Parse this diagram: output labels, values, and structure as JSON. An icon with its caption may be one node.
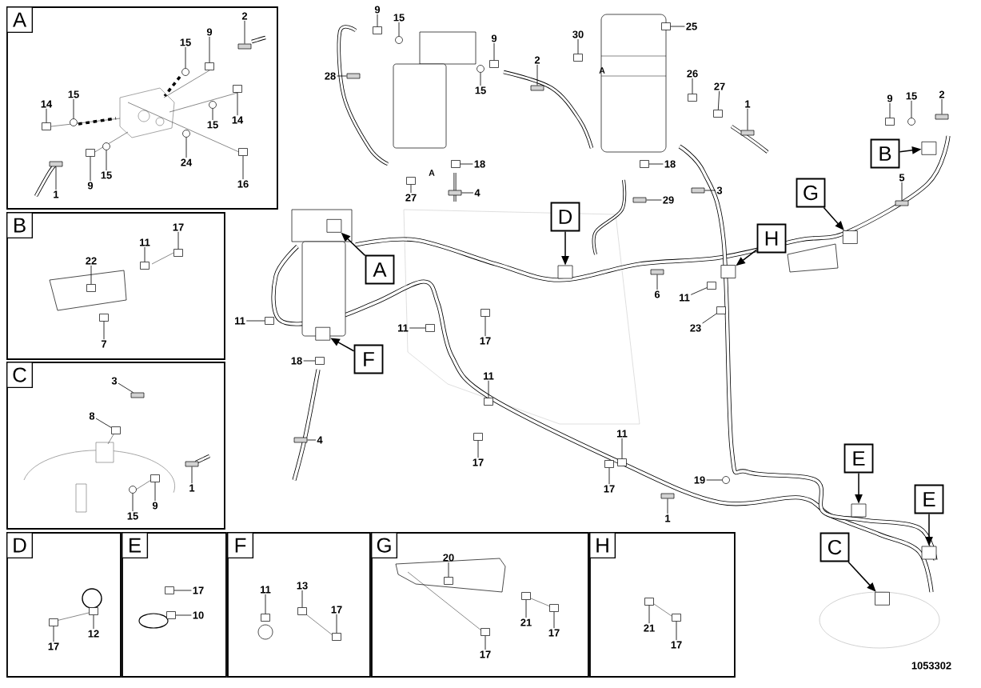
{
  "diagram": {
    "nodes": [
      {
        "text": [],
        "shape": "box"
      },
      {
        "text": [
          "A"
        ],
        "in": 0
      },
      {
        "text": [
          "2"
        ],
        "in": 0
      },
      {
        "text": [],
        "shape": "bar",
        "in": 0
      },
      {
        "text": [
          "9"
        ],
        "in": 0
      },
      {
        "text": [],
        "shape": "box",
        "in": 0
      },
      {
        "text": [
          "15"
        ],
        "in": 0
      },
      {
        "text": [],
        "shape": "circle",
        "in": 0
      },
      {
        "text": [
          "14"
        ],
        "in": 0
      },
      {
        "text": [],
        "shape": "box",
        "in": 0
      },
      {
        "text": [
          "15"
        ],
        "in": 0
      },
      {
        "text": [],
        "shape": "circle",
        "in": 0
      },
      {
        "text": [
          "15"
        ],
        "in": 0
      },
      {
        "text": [],
        "shape": "circle",
        "in": 0
      },
      {
        "text": [
          "14"
        ],
        "in": 0
      },
      {
        "text": [],
        "shape": "box",
        "in": 0
      },
      {
        "text": [
          "9"
        ],
        "in": 0
      },
      {
        "text": [],
        "shape": "box",
        "in": 0
      },
      {
        "text": [
          "15"
        ],
        "in": 0
      },
      {
        "text": [],
        "shape": "circle",
        "in": 0
      },
      {
        "text": [
          "1"
        ],
        "in": 0
      },
      {
        "text": [],
        "shape": "bar",
        "in": 0
      },
      {
        "text": [
          "24"
        ],
        "in": 0
      },
      {
        "text": [],
        "shape": "circle",
        "in": 0
      },
      {
        "text": [
          "16"
        ],
        "in": 0
      },
      {
        "text": [],
        "shape": "box",
        "in": 0
      },
      {
        "text": [],
        "shape": "box"
      },
      {
        "text": [
          "B"
        ],
        "in": 26
      },
      {
        "text": [
          "22"
        ],
        "in": 26
      },
      {
        "text": [],
        "shape": "box",
        "in": 26
      },
      {
        "text": [
          "11"
        ],
        "in": 26
      },
      {
        "text": [],
        "shape": "box",
        "in": 26
      },
      {
        "text": [
          "17"
        ],
        "in": 26
      },
      {
        "text": [],
        "shape": "box",
        "in": 26
      },
      {
        "text": [
          "7"
        ],
        "in": 26
      },
      {
        "text": [],
        "shape": "box",
        "in": 26
      },
      {
        "text": [],
        "shape": "box"
      },
      {
        "text": [
          "C"
        ],
        "in": 36
      },
      {
        "text": [
          "3"
        ],
        "in": 36
      },
      {
        "text": [],
        "shape": "bar",
        "in": 36
      },
      {
        "text": [
          "8"
        ],
        "in": 36
      },
      {
        "text": [],
        "shape": "box",
        "in": 36
      },
      {
        "text": [
          "1"
        ],
        "in": 36
      },
      {
        "text": [],
        "shape": "bar",
        "in": 36
      },
      {
        "text": [
          "9"
        ],
        "in": 36
      },
      {
        "text": [],
        "shape": "box",
        "in": 36
      },
      {
        "text": [
          "15"
        ],
        "in": 36
      },
      {
        "text": [],
        "shape": "circle",
        "in": 36
      },
      {
        "text": [],
        "shape": "box"
      },
      {
        "text": [
          "D"
        ],
        "in": 48
      },
      {
        "text": [
          "17"
        ],
        "in": 48
      },
      {
        "text": [],
        "shape": "box",
        "in": 48
      },
      {
        "text": [
          "12"
        ],
        "in": 48
      },
      {
        "text": [],
        "shape": "box",
        "in": 48
      },
      {
        "text": [],
        "shape": "box"
      },
      {
        "text": [
          "E"
        ],
        "in": 54
      },
      {
        "text": [
          "17"
        ],
        "in": 54
      },
      {
        "text": [],
        "shape": "box",
        "in": 54
      },
      {
        "text": [
          "10"
        ],
        "in": 54
      },
      {
        "text": [],
        "shape": "box",
        "in": 54
      },
      {
        "text": [],
        "shape": "box"
      },
      {
        "text": [
          "F"
        ],
        "in": 60
      },
      {
        "text": [
          "11"
        ],
        "in": 60
      },
      {
        "text": [],
        "shape": "box",
        "in": 60
      },
      {
        "text": [
          "13"
        ],
        "in": 60
      },
      {
        "text": [],
        "shape": "box",
        "in": 60
      },
      {
        "text": [
          "17"
        ],
        "in": 60
      },
      {
        "text": [],
        "shape": "box",
        "in": 60
      },
      {
        "text": [],
        "shape": "box"
      },
      {
        "text": [
          "G"
        ],
        "in": 68
      },
      {
        "text": [
          "20"
        ],
        "in": 68
      },
      {
        "text": [],
        "shape": "box",
        "in": 68
      },
      {
        "text": [
          "21"
        ],
        "in": 68
      },
      {
        "text": [],
        "shape": "box",
        "in": 68
      },
      {
        "text": [
          "17"
        ],
        "in": 68
      },
      {
        "text": [],
        "shape": "box",
        "in": 68
      },
      {
        "text": [
          "17"
        ],
        "in": 68
      },
      {
        "text": [],
        "shape": "box",
        "in": 68
      },
      {
        "text": [],
        "shape": "box"
      },
      {
        "text": [
          "H"
        ],
        "in": 78
      },
      {
        "text": [
          "21"
        ],
        "in": 78
      },
      {
        "text": [],
        "shape": "box",
        "in": 78
      },
      {
        "text": [
          "17"
        ],
        "in": 78
      },
      {
        "text": [],
        "shape": "box",
        "in": 78
      },
      {
        "text": [
          "9"
        ]
      },
      {
        "text": [],
        "shape": "box"
      },
      {
        "text": [
          "15"
        ]
      },
      {
        "text": [],
        "shape": "circle"
      },
      {
        "text": [
          "30"
        ]
      },
      {
        "text": [],
        "shape": "box"
      },
      {
        "text": [
          "25"
        ]
      },
      {
        "text": [],
        "shape": "box"
      },
      {
        "text": [
          "9"
        ]
      },
      {
        "text": [],
        "shape": "box"
      },
      {
        "text": [
          "2"
        ]
      },
      {
        "text": [],
        "shape": "bar"
      },
      {
        "text": [
          "28"
        ]
      },
      {
        "text": [],
        "shape": "bar"
      },
      {
        "text": [
          "26"
        ]
      },
      {
        "text": [],
        "shape": "box"
      },
      {
        "text": [
          "27"
        ]
      },
      {
        "text": [],
        "shape": "box"
      },
      {
        "text": [
          "15"
        ]
      },
      {
        "text": [],
        "shape": "circle"
      },
      {
        "text": [
          "9"
        ]
      },
      {
        "text": [],
        "shape": "box"
      },
      {
        "text": [
          "15"
        ]
      },
      {
        "text": [],
        "shape": "circle"
      },
      {
        "text": [
          "2"
        ]
      },
      {
        "text": [],
        "shape": "bar"
      },
      {
        "text": [
          "1"
        ]
      },
      {
        "text": [],
        "shape": "bar"
      },
      {
        "text": [
          "B"
        ]
      },
      {
        "text": [],
        "shape": "box"
      },
      {
        "text": [
          "18"
        ]
      },
      {
        "text": [],
        "shape": "box"
      },
      {
        "text": [
          "18"
        ]
      },
      {
        "text": [],
        "shape": "box"
      },
      {
        "text": [
          "G"
        ]
      },
      {
        "text": [],
        "shape": "box"
      },
      {
        "text": [
          "3"
        ]
      },
      {
        "text": [],
        "shape": "bar"
      },
      {
        "text": [
          "4"
        ]
      },
      {
        "text": [],
        "shape": "bar"
      },
      {
        "text": [
          "27"
        ]
      },
      {
        "text": [],
        "shape": "box"
      },
      {
        "text": [
          "5"
        ]
      },
      {
        "text": [],
        "shape": "bar"
      },
      {
        "text": [
          "29"
        ]
      },
      {
        "text": [],
        "shape": "bar"
      },
      {
        "text": [
          "D"
        ]
      },
      {
        "text": [],
        "shape": "box"
      },
      {
        "text": [
          "H"
        ]
      },
      {
        "text": [],
        "shape": "box"
      },
      {
        "text": [
          "A"
        ]
      },
      {
        "text": [],
        "shape": "box"
      },
      {
        "text": [
          "6"
        ]
      },
      {
        "text": [],
        "shape": "bar"
      },
      {
        "text": [
          "11"
        ]
      },
      {
        "text": [],
        "shape": "box"
      },
      {
        "text": [
          "11"
        ]
      },
      {
        "text": [],
        "shape": "box"
      },
      {
        "text": [
          "11"
        ]
      },
      {
        "text": [],
        "shape": "box"
      },
      {
        "text": [
          "23"
        ]
      },
      {
        "text": [],
        "shape": "box"
      },
      {
        "text": [
          "17"
        ]
      },
      {
        "text": [],
        "shape": "box"
      },
      {
        "text": [
          "18"
        ]
      },
      {
        "text": [],
        "shape": "box"
      },
      {
        "text": [
          "F"
        ]
      },
      {
        "text": [],
        "shape": "box"
      },
      {
        "text": [
          "11"
        ]
      },
      {
        "text": [],
        "shape": "box"
      },
      {
        "text": [
          "4"
        ]
      },
      {
        "text": [],
        "shape": "bar"
      },
      {
        "text": [
          "11"
        ]
      },
      {
        "text": [],
        "shape": "box"
      },
      {
        "text": [
          "17"
        ]
      },
      {
        "text": [],
        "shape": "box"
      },
      {
        "text": [
          "E"
        ]
      },
      {
        "text": [],
        "shape": "box"
      },
      {
        "text": [
          "19"
        ]
      },
      {
        "text": [],
        "shape": "circle"
      },
      {
        "text": [
          "17"
        ]
      },
      {
        "text": [],
        "shape": "box"
      },
      {
        "text": [
          "E"
        ]
      },
      {
        "text": [],
        "shape": "box"
      },
      {
        "text": [
          "1"
        ]
      },
      {
        "text": [],
        "shape": "bar"
      },
      {
        "text": [
          "C"
        ]
      },
      {
        "text": [],
        "shape": "box"
      }
    ],
    "edges": [
      {
        "from": 2,
        "to": 3,
        "arrow": "none"
      },
      {
        "from": 4,
        "to": 5,
        "arrow": "none"
      },
      {
        "from": 6,
        "to": 7,
        "arrow": "none"
      },
      {
        "from": 8,
        "to": 9,
        "arrow": "none"
      },
      {
        "from": 10,
        "to": 11,
        "arrow": "none"
      },
      {
        "from": 12,
        "to": 13,
        "arrow": "none"
      },
      {
        "from": 14,
        "to": 15,
        "arrow": "none"
      },
      {
        "from": 16,
        "to": 17,
        "arrow": "none"
      },
      {
        "from": 18,
        "to": 19,
        "arrow": "none"
      },
      {
        "from": 20,
        "to": 21,
        "arrow": "none"
      },
      {
        "from": 22,
        "to": 23,
        "arrow": "none"
      },
      {
        "from": 24,
        "to": 25,
        "arrow": "none"
      },
      {
        "from": 28,
        "to": 29,
        "arrow": "none"
      },
      {
        "from": 30,
        "to": 31,
        "arrow": "none"
      },
      {
        "from": 32,
        "to": 33,
        "arrow": "none"
      },
      {
        "from": 34,
        "to": 35,
        "arrow": "none"
      },
      {
        "from": 38,
        "to": 39,
        "arrow": "none"
      },
      {
        "from": 40,
        "to": 41,
        "arrow": "none"
      },
      {
        "from": 42,
        "to": 43,
        "arrow": "none"
      },
      {
        "from": 44,
        "to": 45,
        "arrow": "none"
      },
      {
        "from": 46,
        "to": 47,
        "arrow": "none"
      },
      {
        "from": 50,
        "to": 51,
        "arrow": "none"
      },
      {
        "from": 52,
        "to": 53,
        "arrow": "none"
      },
      {
        "from": 56,
        "to": 57,
        "arrow": "none"
      },
      {
        "from": 58,
        "to": 59,
        "arrow": "none"
      },
      {
        "from": 62,
        "to": 63,
        "arrow": "none"
      },
      {
        "from": 64,
        "to": 65,
        "arrow": "none"
      },
      {
        "from": 66,
        "to": 67,
        "arrow": "none"
      },
      {
        "from": 70,
        "to": 71,
        "arrow": "none"
      },
      {
        "from": 72,
        "to": 73,
        "arrow": "none"
      },
      {
        "from": 74,
        "to": 75,
        "arrow": "none"
      },
      {
        "from": 76,
        "to": 77,
        "arrow": "none"
      },
      {
        "from": 80,
        "to": 81,
        "arrow": "none"
      },
      {
        "from": 82,
        "to": 83,
        "arrow": "none"
      },
      {
        "from": 84,
        "to": 85,
        "arrow": "none"
      },
      {
        "from": 86,
        "to": 87,
        "arrow": "none"
      },
      {
        "from": 88,
        "to": 89,
        "arrow": "none"
      },
      {
        "from": 90,
        "to": 91,
        "arrow": "none"
      },
      {
        "from": 92,
        "to": 93,
        "arrow": "none"
      },
      {
        "from": 94,
        "to": 95,
        "arrow": "none"
      },
      {
        "from": 96,
        "to": 97,
        "arrow": "none"
      },
      {
        "from": 98,
        "to": 99,
        "arrow": "none"
      },
      {
        "from": 100,
        "to": 101,
        "arrow": "none"
      },
      {
        "from": 102,
        "to": 103,
        "arrow": "none"
      },
      {
        "from": 104,
        "to": 105,
        "arrow": "none"
      },
      {
        "from": 106,
        "to": 107,
        "arrow": "none"
      },
      {
        "from": 108,
        "to": 109,
        "arrow": "none"
      },
      {
        "from": 110,
        "to": 111,
        "arrow": "none"
      },
      {
        "from": 112,
        "to": 113,
        "arrow": "to"
      },
      {
        "from": 114,
        "to": 115,
        "arrow": "none"
      },
      {
        "from": 116,
        "to": 117,
        "arrow": "none"
      },
      {
        "from": 118,
        "to": 119,
        "arrow": "to"
      },
      {
        "from": 120,
        "to": 121,
        "arrow": "none"
      },
      {
        "from": 122,
        "to": 123,
        "arrow": "none"
      },
      {
        "from": 124,
        "to": 125,
        "arrow": "none"
      },
      {
        "from": 126,
        "to": 127,
        "arrow": "none"
      },
      {
        "from": 128,
        "to": 129,
        "arrow": "none"
      },
      {
        "from": 130,
        "to": 131,
        "arrow": "to"
      },
      {
        "from": 132,
        "to": 133,
        "arrow": "to"
      },
      {
        "from": 134,
        "to": 135,
        "arrow": "to"
      },
      {
        "from": 136,
        "to": 137,
        "arrow": "none"
      },
      {
        "from": 138,
        "to": 139,
        "arrow": "none"
      },
      {
        "from": 140,
        "to": 141,
        "arrow": "none"
      },
      {
        "from": 142,
        "to": 143,
        "arrow": "none"
      },
      {
        "from": 144,
        "to": 145,
        "arrow": "none"
      },
      {
        "from": 146,
        "to": 147,
        "arrow": "none"
      },
      {
        "from": 148,
        "to": 149,
        "arrow": "none"
      },
      {
        "from": 150,
        "to": 151,
        "arrow": "to"
      },
      {
        "from": 152,
        "to": 153,
        "arrow": "none"
      },
      {
        "from": 154,
        "to": 155,
        "arrow": "none"
      },
      {
        "from": 156,
        "to": 157,
        "arrow": "none"
      },
      {
        "from": 158,
        "to": 159,
        "arrow": "none"
      },
      {
        "from": 160,
        "to": 161,
        "arrow": "to"
      },
      {
        "from": 162,
        "to": 163,
        "arrow": "none"
      },
      {
        "from": 164,
        "to": 165,
        "arrow": "none"
      },
      {
        "from": 166,
        "to": 167,
        "arrow": "to"
      },
      {
        "from": 168,
        "to": 169,
        "arrow": "none"
      },
      {
        "from": 170,
        "to": 171,
        "arrow": "to"
      }
    ],
    "labels": [
      "A",
      "A",
      "1053302"
    ]
  }
}
